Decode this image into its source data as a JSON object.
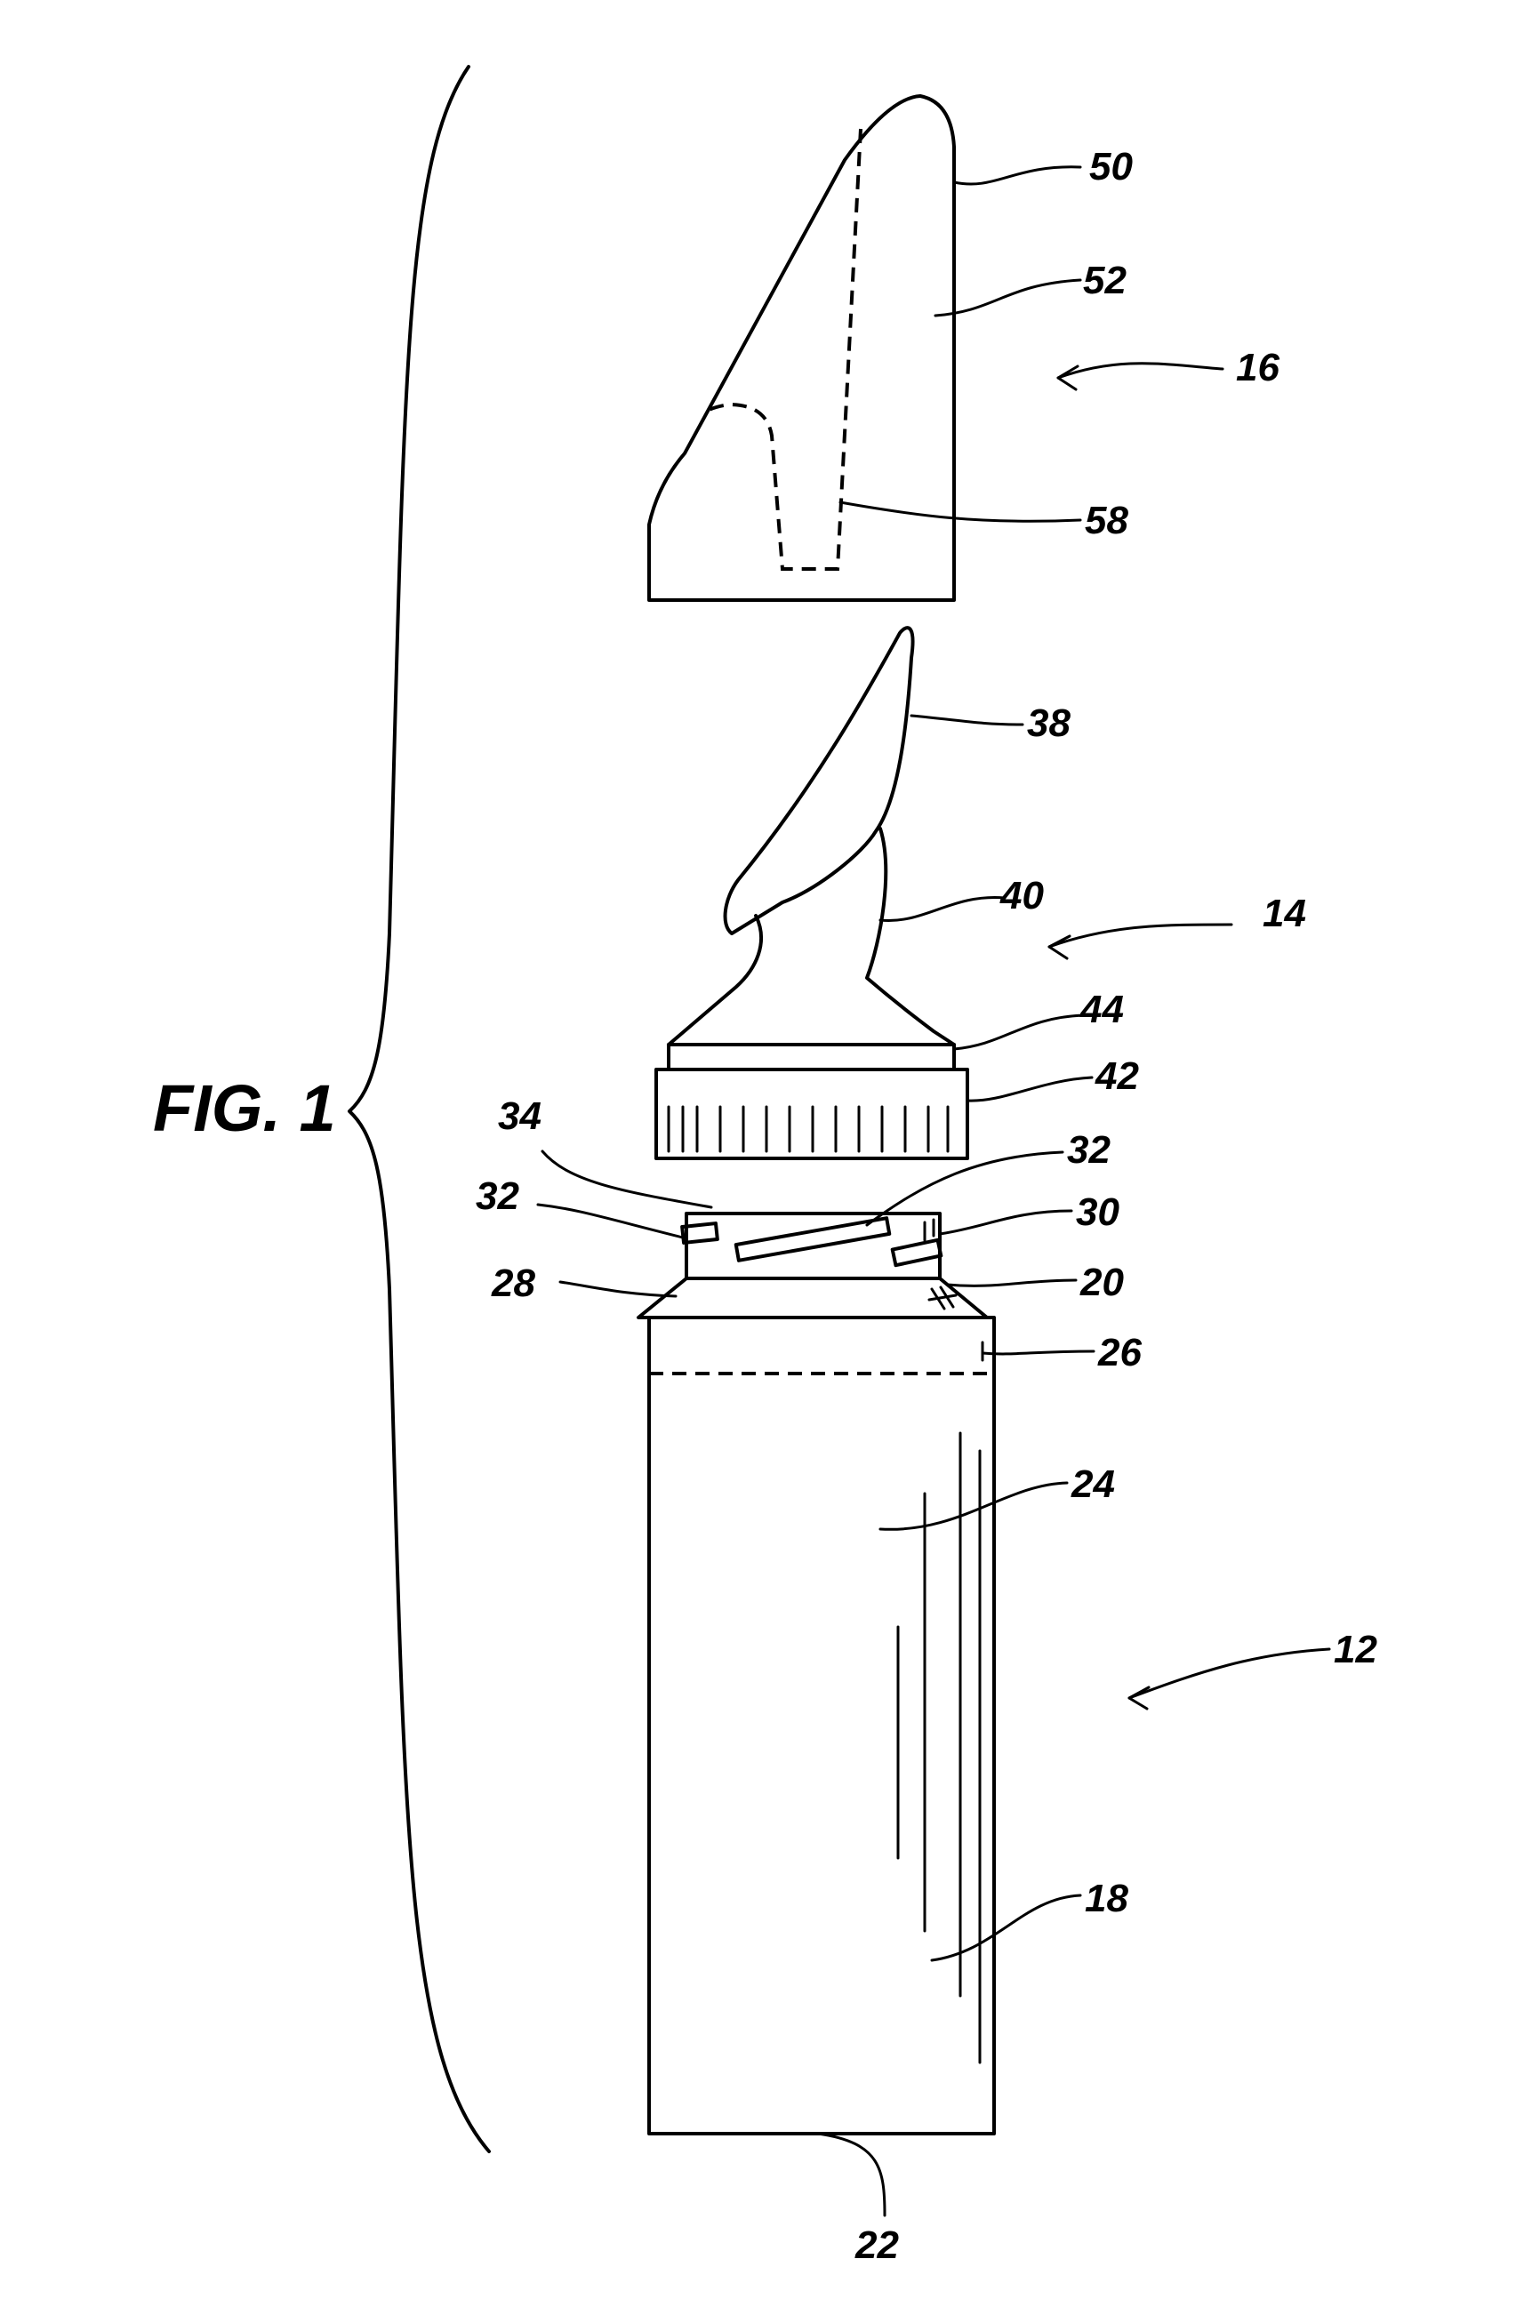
{
  "figure_label": "FIG. 1",
  "reference_numerals": {
    "n50": "50",
    "n52": "52",
    "n16": "16",
    "n58": "58",
    "n38": "38",
    "n40": "40",
    "n14": "14",
    "n44": "44",
    "n42": "42",
    "n34": "34",
    "n32a": "32",
    "n32b": "32",
    "n30": "30",
    "n28": "28",
    "n20": "20",
    "n26": "26",
    "n24": "24",
    "n12": "12",
    "n18": "18",
    "n22": "22"
  }
}
